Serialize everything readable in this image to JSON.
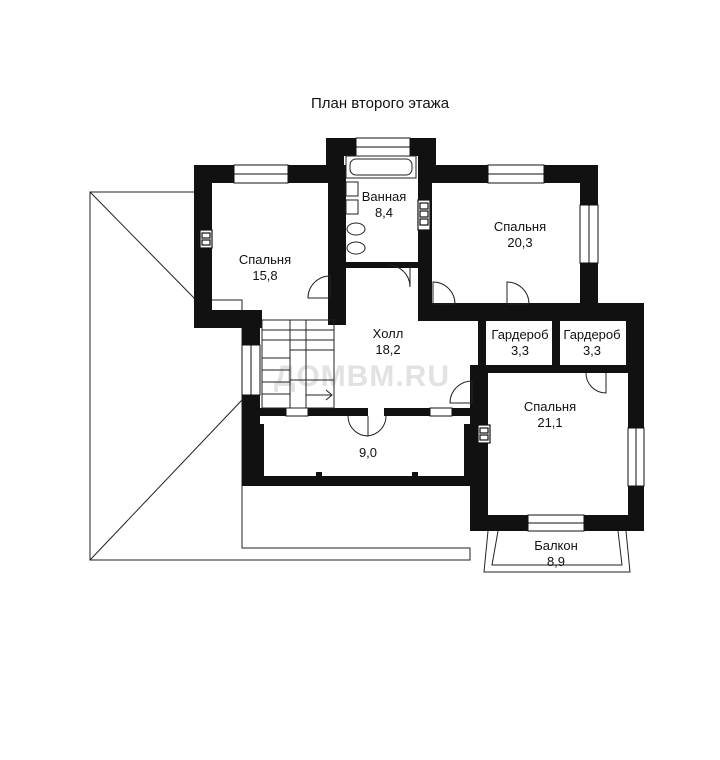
{
  "plan": {
    "title": "План второго этажа",
    "watermark": "ДОМВМ.RU",
    "colors": {
      "wall": "#111111",
      "line": "#222222",
      "background": "#ffffff"
    },
    "rooms": {
      "bedroom1": {
        "name": "Спальня",
        "area": "15,8"
      },
      "bath": {
        "name": "Ванная",
        "area": "8,4"
      },
      "bedroom2": {
        "name": "Спальня",
        "area": "20,3"
      },
      "hall": {
        "name": "Холл",
        "area": "18,2"
      },
      "wardrobe1": {
        "name": "Гардероб",
        "area": "3,3"
      },
      "wardrobe2": {
        "name": "Гардероб",
        "area": "3,3"
      },
      "bedroom3": {
        "name": "Спальня",
        "area": "21,1"
      },
      "terrace": {
        "area": "9,0"
      },
      "balcony": {
        "name": "Балкон",
        "area": "8,9"
      }
    }
  }
}
